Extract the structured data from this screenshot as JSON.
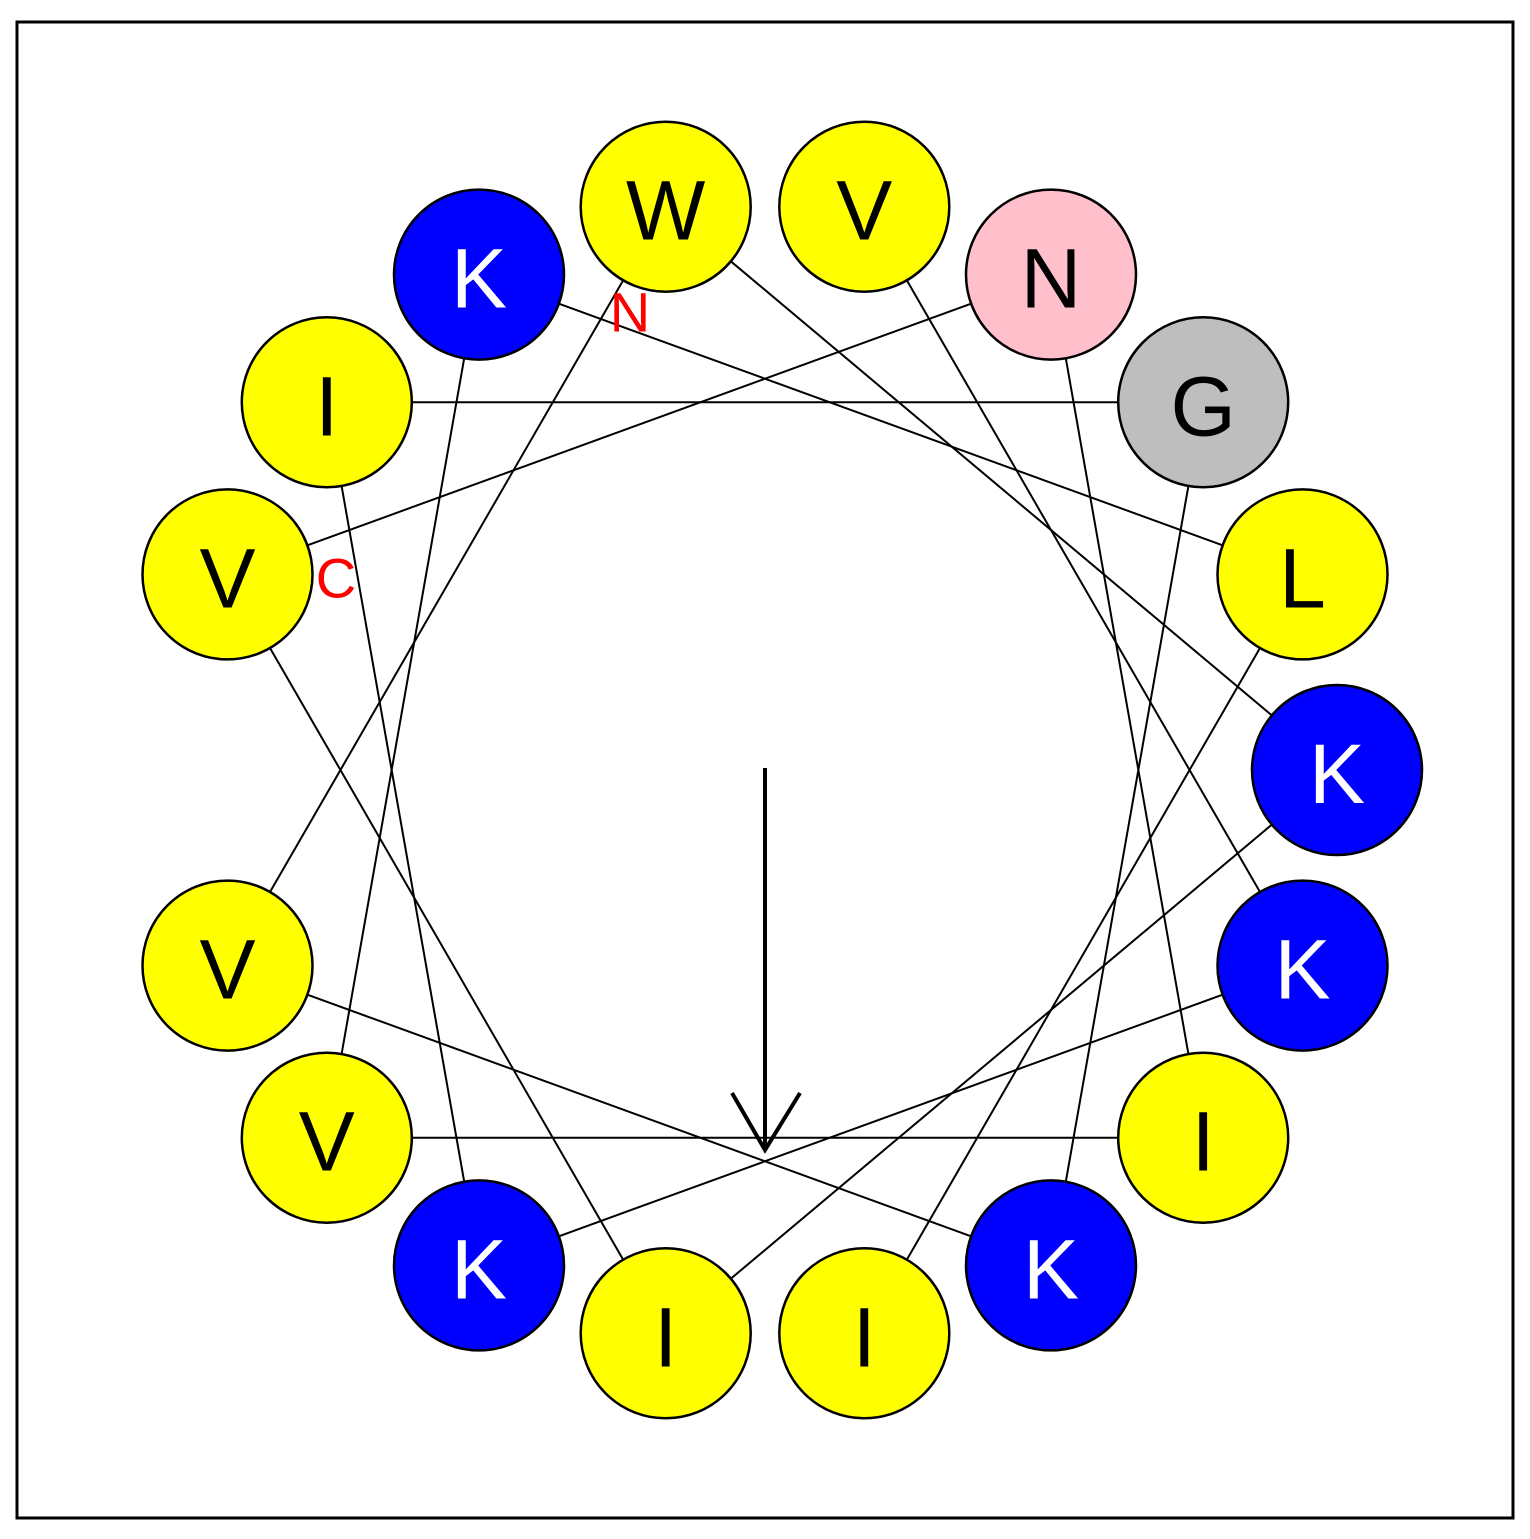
{
  "diagram": {
    "type": "helical-wheel",
    "sequence": [
      "V",
      "K",
      "K",
      "I",
      "G",
      "K",
      "V",
      "W",
      "K",
      "I",
      "V",
      "N",
      "I",
      "V",
      "K",
      "L",
      "I"
    ],
    "residues": [
      {
        "letter": "V",
        "color": "#ffff00",
        "text_color": "#000000"
      },
      {
        "letter": "K",
        "color": "#0000ff",
        "text_color": "#ffffff"
      },
      {
        "letter": "K",
        "color": "#0000ff",
        "text_color": "#ffffff"
      },
      {
        "letter": "I",
        "color": "#ffff00",
        "text_color": "#000000"
      },
      {
        "letter": "G",
        "color": "#bebebe",
        "text_color": "#000000"
      },
      {
        "letter": "K",
        "color": "#0000ff",
        "text_color": "#ffffff"
      },
      {
        "letter": "V",
        "color": "#ffff00",
        "text_color": "#000000"
      },
      {
        "letter": "W",
        "color": "#ffff00",
        "text_color": "#000000"
      },
      {
        "letter": "K",
        "color": "#0000ff",
        "text_color": "#ffffff"
      },
      {
        "letter": "I",
        "color": "#ffff00",
        "text_color": "#000000"
      },
      {
        "letter": "V",
        "color": "#ffff00",
        "text_color": "#000000"
      },
      {
        "letter": "N",
        "color": "#ffc0cb",
        "text_color": "#000000"
      },
      {
        "letter": "I",
        "color": "#ffff00",
        "text_color": "#000000"
      },
      {
        "letter": "V",
        "color": "#ffff00",
        "text_color": "#000000"
      },
      {
        "letter": "K",
        "color": "#0000ff",
        "text_color": "#ffffff"
      },
      {
        "letter": "L",
        "color": "#ffff00",
        "text_color": "#000000"
      },
      {
        "letter": "I",
        "color": "#ffff00",
        "text_color": "#000000"
      }
    ],
    "n_terminus_label": "N",
    "c_terminus_label": "C",
    "terminus_color": "#ff0000",
    "has_hydrophobic_moment_arrow": true
  }
}
